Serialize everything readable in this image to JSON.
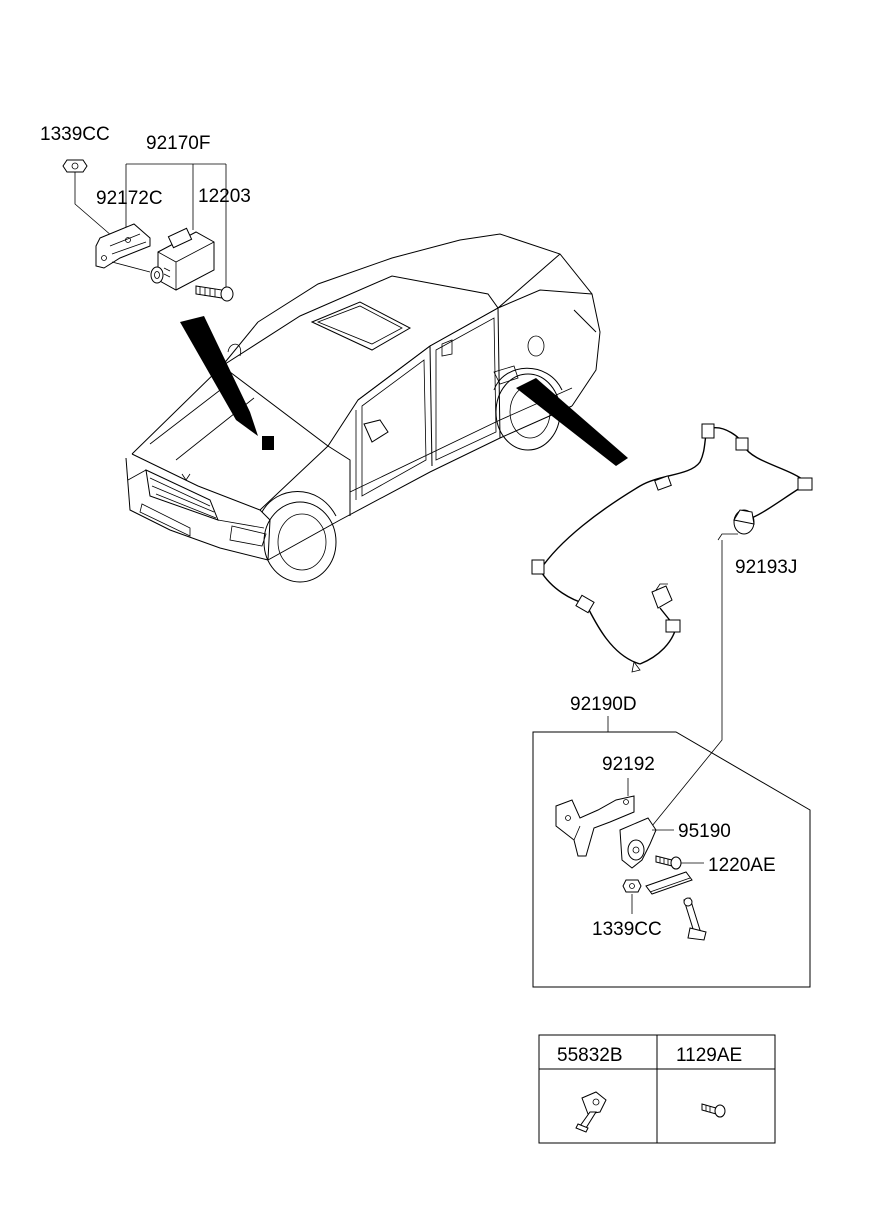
{
  "callouts": {
    "nut_top": "1339CC",
    "unit_assy": "92170F",
    "bracket": "92172C",
    "bolt_top": "12203",
    "harness_ext": "92193J",
    "sensor_assy": "92190D",
    "sensor_bracket": "92192",
    "sensor": "95190",
    "bolt_sensor": "1220AE",
    "nut_sensor": "1339CC"
  },
  "legend": {
    "col1": "55832B",
    "col2": "1129AE"
  }
}
